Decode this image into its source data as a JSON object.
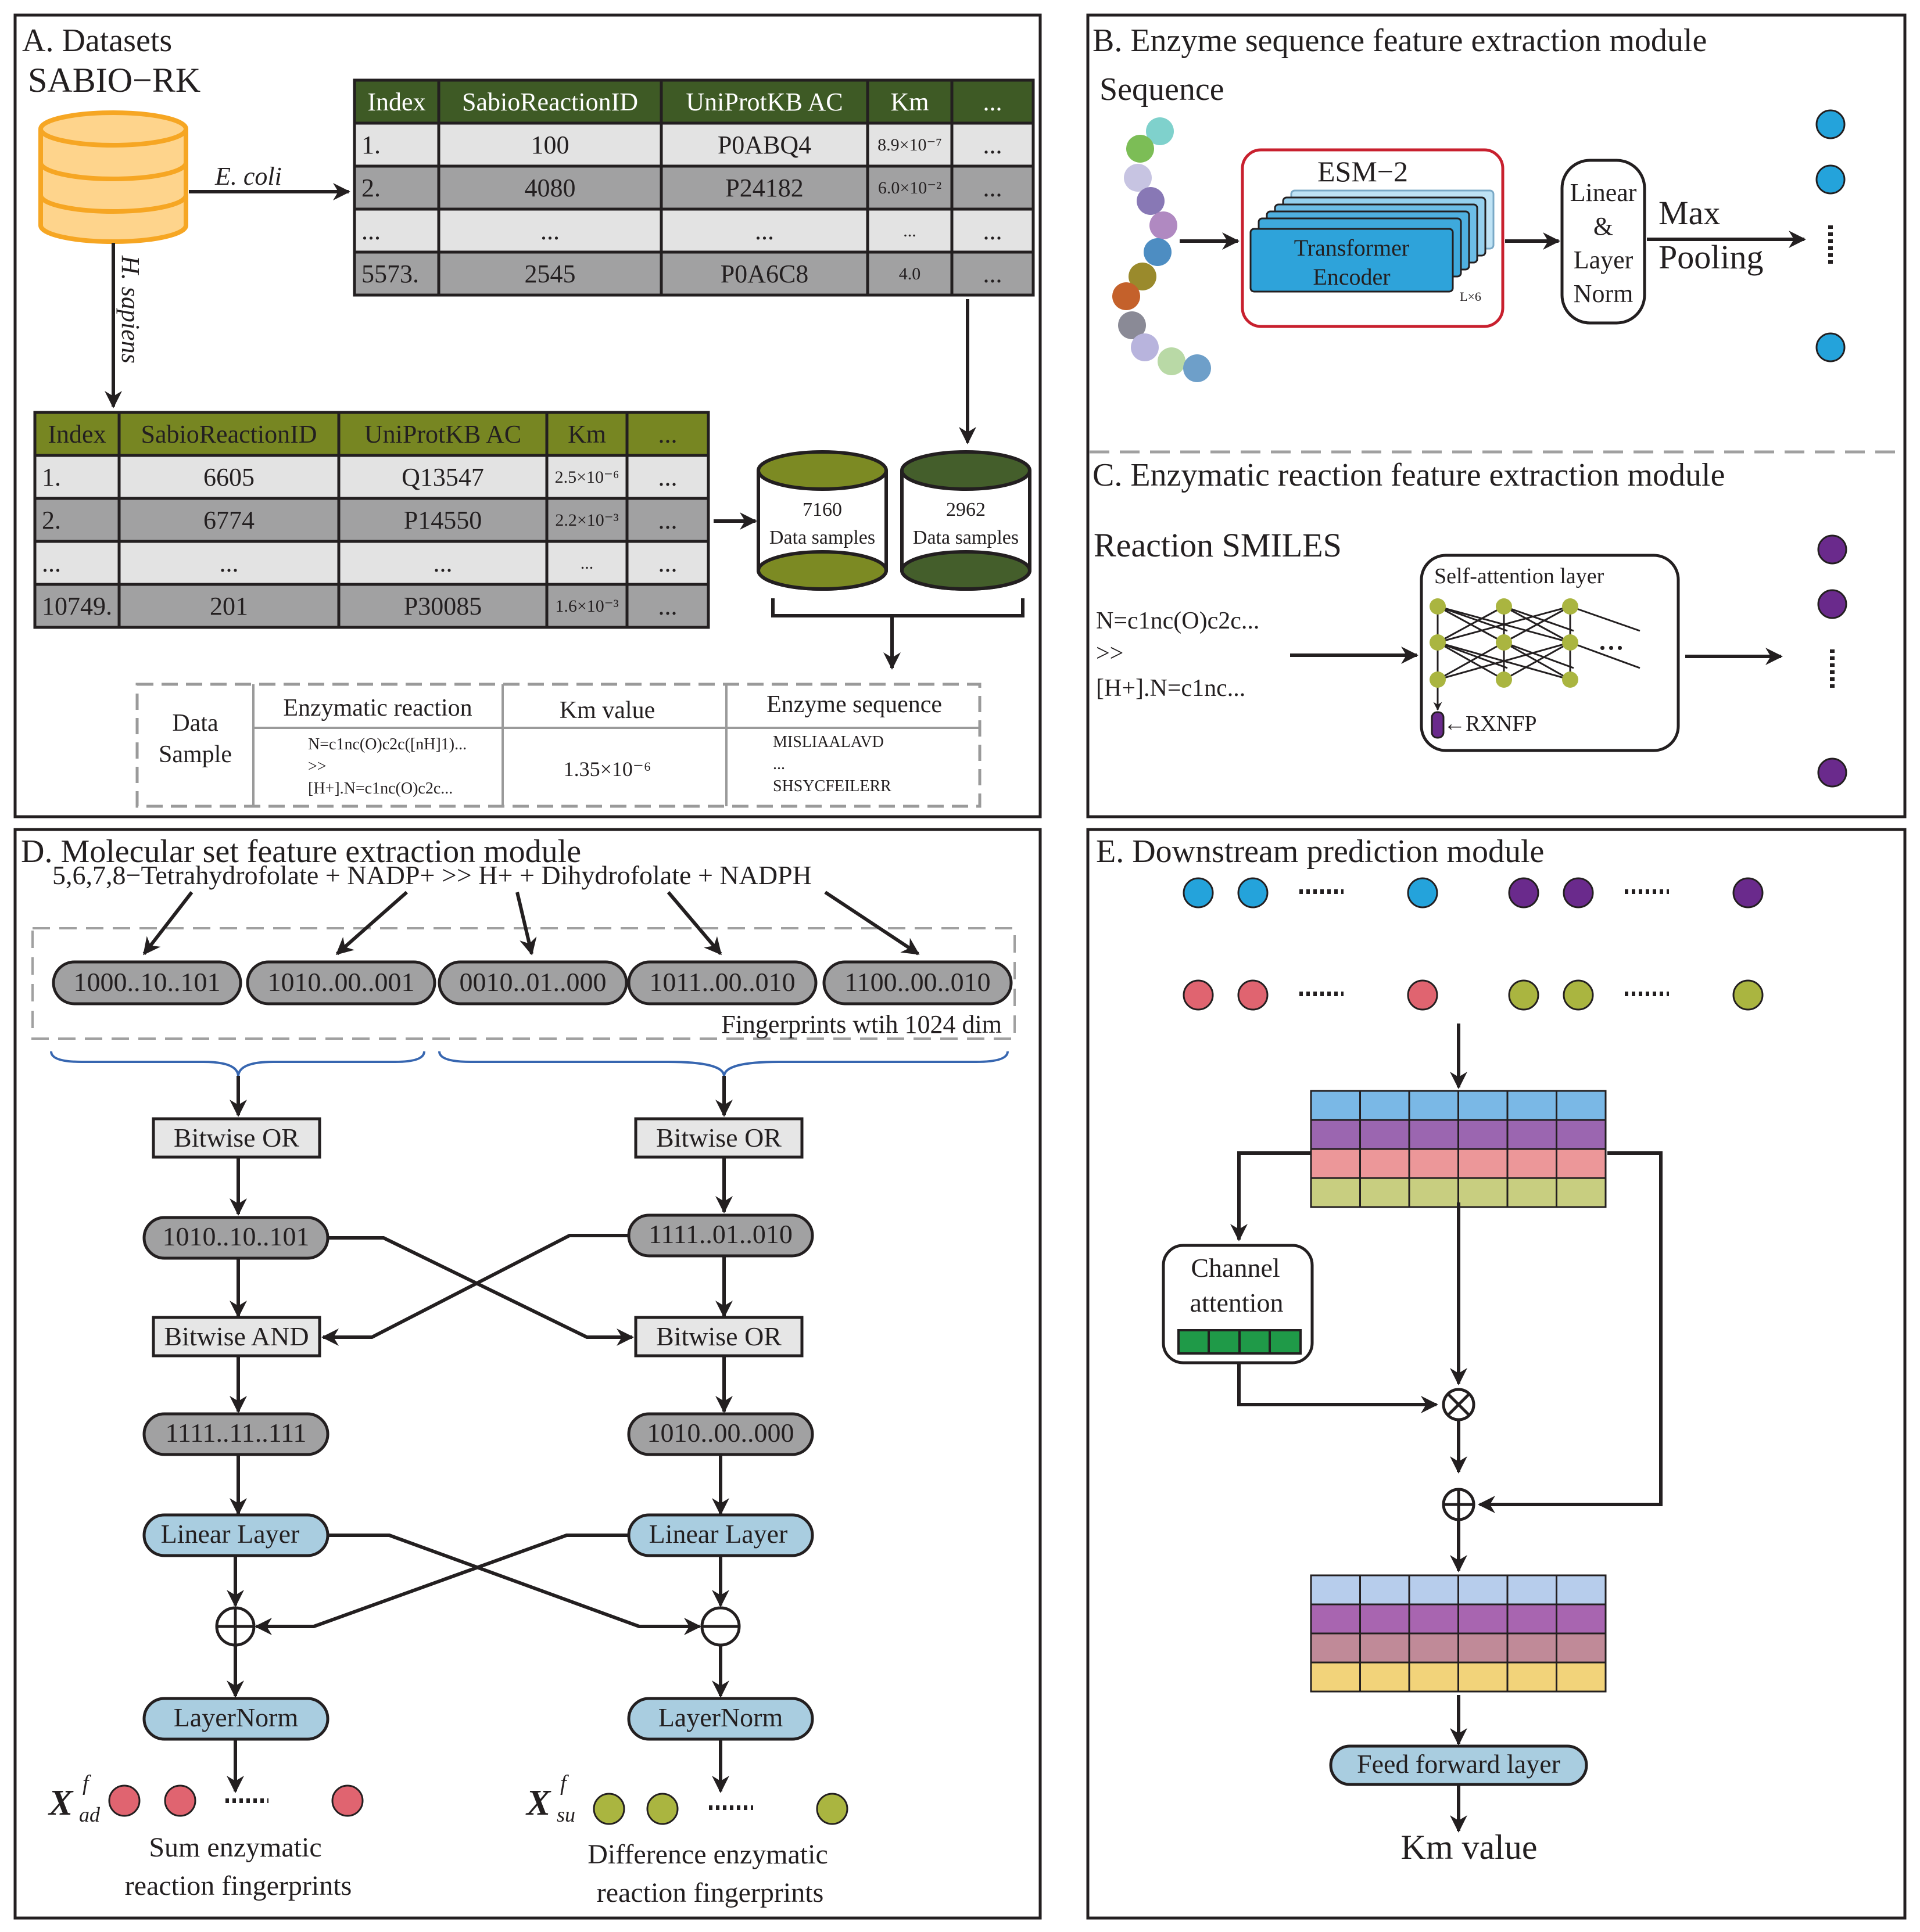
{
  "colors": {
    "table_a_header": "#3e5a25",
    "table_a_header_text": "#ffffff",
    "table_b_header": "#778622",
    "row_light": "#e3e3e3",
    "row_dark": "#a1a1a2",
    "db_outline": "#f6a623",
    "db_fill": "#fed48c",
    "cylinder_olive": "#7c8a23",
    "cylinder_green": "#445e2b",
    "esm_border": "#c8202e",
    "transformer_blue": "#2ea3da",
    "enzyme_dot": "#24a3db",
    "reaction_dot": "#6a2a8c",
    "sum_dot": "#e06470",
    "diff_dot": "#aab540",
    "fp_pill": "#a1a1a2",
    "layer_pill": "#a9cde0",
    "gate_box": "#e6e6e6",
    "channel_green": "#1f9a48",
    "brace_blue": "#3766b0",
    "dash_gray": "#a0a0a0"
  },
  "panel_a": {
    "title": "A.  Datasets",
    "db_name": "SABIO−RK",
    "ecoli_label": "E. coli",
    "hsapiens_label": "H. sapiens",
    "ecoli_table": {
      "headers": [
        "Index",
        "SabioReactionID",
        "UniProtKB AC",
        "Km",
        "..."
      ],
      "rows": [
        [
          "1.",
          "100",
          "P0ABQ4",
          "8.9×10⁻⁷",
          "..."
        ],
        [
          "2.",
          "4080",
          "P24182",
          "6.0×10⁻²",
          "..."
        ],
        [
          "...",
          "...",
          "...",
          "...",
          "..."
        ],
        [
          "5573.",
          "2545",
          "P0A6C8",
          "4.0",
          "..."
        ]
      ]
    },
    "hsapiens_table": {
      "headers": [
        "Index",
        "SabioReactionID",
        "UniProtKB AC",
        "Km",
        "..."
      ],
      "rows": [
        [
          "1.",
          "6605",
          "Q13547",
          "2.5×10⁻⁶",
          "..."
        ],
        [
          "2.",
          "6774",
          "P14550",
          "2.2×10⁻³",
          "..."
        ],
        [
          "...",
          "...",
          "...",
          "...",
          "..."
        ],
        [
          "10749.",
          "201",
          "P30085",
          "1.6×10⁻³",
          "..."
        ]
      ]
    },
    "cylinder_left": {
      "count": "7160",
      "label": "Data samples"
    },
    "cylinder_right": {
      "count": "2962",
      "label": "Data samples"
    },
    "sample": {
      "row_label_1": "Data",
      "row_label_2": "Sample",
      "col_reaction": "Enzymatic reaction",
      "col_km": "Km value",
      "col_seq": "Enzyme sequence",
      "reaction_line1": "N=c1nc(O)c2c([nH]1)...",
      "reaction_line2": ">>",
      "reaction_line3": "[H+].N=c1nc(O)c2c...",
      "km": "1.35×10⁻⁶",
      "seq_line1": "MISLIAALAVD",
      "seq_line2": "...",
      "seq_line3": "SHSYCFEILERR"
    }
  },
  "panel_b": {
    "title": "B.  Enzyme sequence feature extraction module",
    "sequence_label": "Sequence",
    "esm_label": "ESM−2",
    "transformer_line1": "Transformer",
    "transformer_line2": "Encoder",
    "layers_label": "L×6",
    "norm_line1": "Linear",
    "norm_line2": "&",
    "norm_line3": "Layer",
    "norm_line4": "Norm",
    "pool_line1": "Max",
    "pool_line2": "Pooling",
    "sequence_colors": [
      "#7fd1cc",
      "#7cbd56",
      "#c7c4e2",
      "#8878b5",
      "#b089c1",
      "#4d8dc2",
      "#9a8a2c",
      "#c4612b",
      "#8a8a96",
      "#b8b4dd",
      "#b9d9a6",
      "#6e9fc9"
    ]
  },
  "panel_c": {
    "title": "C.  Enzymatic reaction feature  extraction module",
    "smiles_label": "Reaction SMILES",
    "smiles_line1": "N=c1nc(O)c2c...",
    "smiles_line2": ">>",
    "smiles_line3": "[H+].N=c1nc...",
    "attention_label": "Self-attention layer",
    "rxnfp_label": "←RXNFP",
    "ellipsis": "..."
  },
  "panel_d": {
    "title": "D.  Molecular set feature extraction module",
    "equation": "5,6,7,8−Tetrahydrofolate + NADP+ >> H+ + Dihydrofolate + NADPH",
    "fingerprints": [
      "1000..10..101",
      "1010..00..001",
      "0010..01..000",
      "1011..00..010",
      "1100..00..010"
    ],
    "fp_caption": "Fingerprints wtih 1024 dim",
    "left_or": "Bitwise OR",
    "right_or": "Bitwise OR",
    "left_or_out": "1010..10..101",
    "right_or_out": "1111..01..010",
    "and_label": "Bitwise AND",
    "or2_label": "Bitwise OR",
    "and_out": "1111..11..111",
    "or2_out": "1010..00..000",
    "linear_left": "Linear Layer",
    "linear_right": "Linear Layer",
    "norm_left": "LayerNorm",
    "norm_right": "LayerNorm",
    "x_symbol": "X",
    "x_sup": "f",
    "sub_ad": "ad",
    "sub_su": "su",
    "caption_left_1": "Sum enzymatic",
    "caption_left_2": "reaction fingerprints",
    "caption_right_1": "Difference enzymatic",
    "caption_right_2": "reaction fingerprints"
  },
  "panel_e": {
    "title": "E.  Downstream prediction module",
    "channel_line1": "Channel",
    "channel_line2": "attention",
    "ffn_label": "Feed forward layer",
    "output_label": "Km value",
    "matrix_top_rows": [
      "#7ab8e6",
      "#9b66b0",
      "#ec9799",
      "#c8ce80"
    ],
    "matrix_bottom_rows": [
      "#b7cdec",
      "#a865b0",
      "#c08a98",
      "#f2d37a"
    ]
  }
}
